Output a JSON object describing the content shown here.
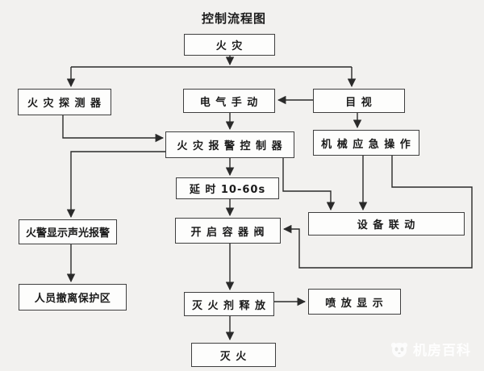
{
  "title": "控制流程图",
  "colors": {
    "background": "#f2f1ef",
    "box_fill": "#fdfdfc",
    "box_border": "#3f3f3f",
    "line": "#2a2a2a",
    "text": "#1a1a1a",
    "watermark_text": "#ffffff"
  },
  "nodes": [
    {
      "id": "fire",
      "label": "火 灾"
    },
    {
      "id": "fire-detector",
      "label": "火 灾 探 测 器"
    },
    {
      "id": "electric-manual",
      "label": "电 气 手 动"
    },
    {
      "id": "visual",
      "label": "目  视"
    },
    {
      "id": "fire-alarm-controller",
      "label": "火 灾 报 警 控 制 器"
    },
    {
      "id": "mechanical-emergency-operation",
      "label": "机 械 应 急 操 作"
    },
    {
      "id": "delay",
      "label": "延 时 10-60s"
    },
    {
      "id": "fire-alarm-sound-light-display",
      "label": "火警显示声光报警"
    },
    {
      "id": "open-container-valve",
      "label": "开 启 容 器 阀"
    },
    {
      "id": "equipment-linkage",
      "label": "设 备 联 动"
    },
    {
      "id": "personnel-evacuate-protected-area",
      "label": "人员撤离保护区"
    },
    {
      "id": "extinguishing-agent-release",
      "label": "灭 火 剂 释 放"
    },
    {
      "id": "spray-display",
      "label": "喷 放 显 示"
    },
    {
      "id": "extinguish",
      "label": "灭 火"
    }
  ],
  "edges": [
    {
      "from": "fire",
      "to": "fire-detector"
    },
    {
      "from": "fire",
      "to": "visual"
    },
    {
      "from": "visual",
      "to": "electric-manual"
    },
    {
      "from": "visual",
      "to": "mechanical-emergency-operation"
    },
    {
      "from": "electric-manual",
      "to": "fire-alarm-controller"
    },
    {
      "from": "fire-detector",
      "to": "fire-alarm-controller"
    },
    {
      "from": "fire-alarm-controller",
      "to": "fire-alarm-sound-light-display"
    },
    {
      "from": "fire-alarm-controller",
      "to": "delay"
    },
    {
      "from": "fire-alarm-controller",
      "to": "equipment-linkage"
    },
    {
      "from": "mechanical-emergency-operation",
      "to": "equipment-linkage"
    },
    {
      "from": "mechanical-emergency-operation",
      "to": "open-container-valve"
    },
    {
      "from": "fire-alarm-sound-light-display",
      "to": "personnel-evacuate-protected-area"
    },
    {
      "from": "delay",
      "to": "open-container-valve"
    },
    {
      "from": "open-container-valve",
      "to": "extinguishing-agent-release"
    },
    {
      "from": "extinguishing-agent-release",
      "to": "spray-display"
    },
    {
      "from": "extinguishing-agent-release",
      "to": "extinguish"
    }
  ],
  "watermark": {
    "text": "机房百科",
    "logo_icon": "panda-logo"
  }
}
